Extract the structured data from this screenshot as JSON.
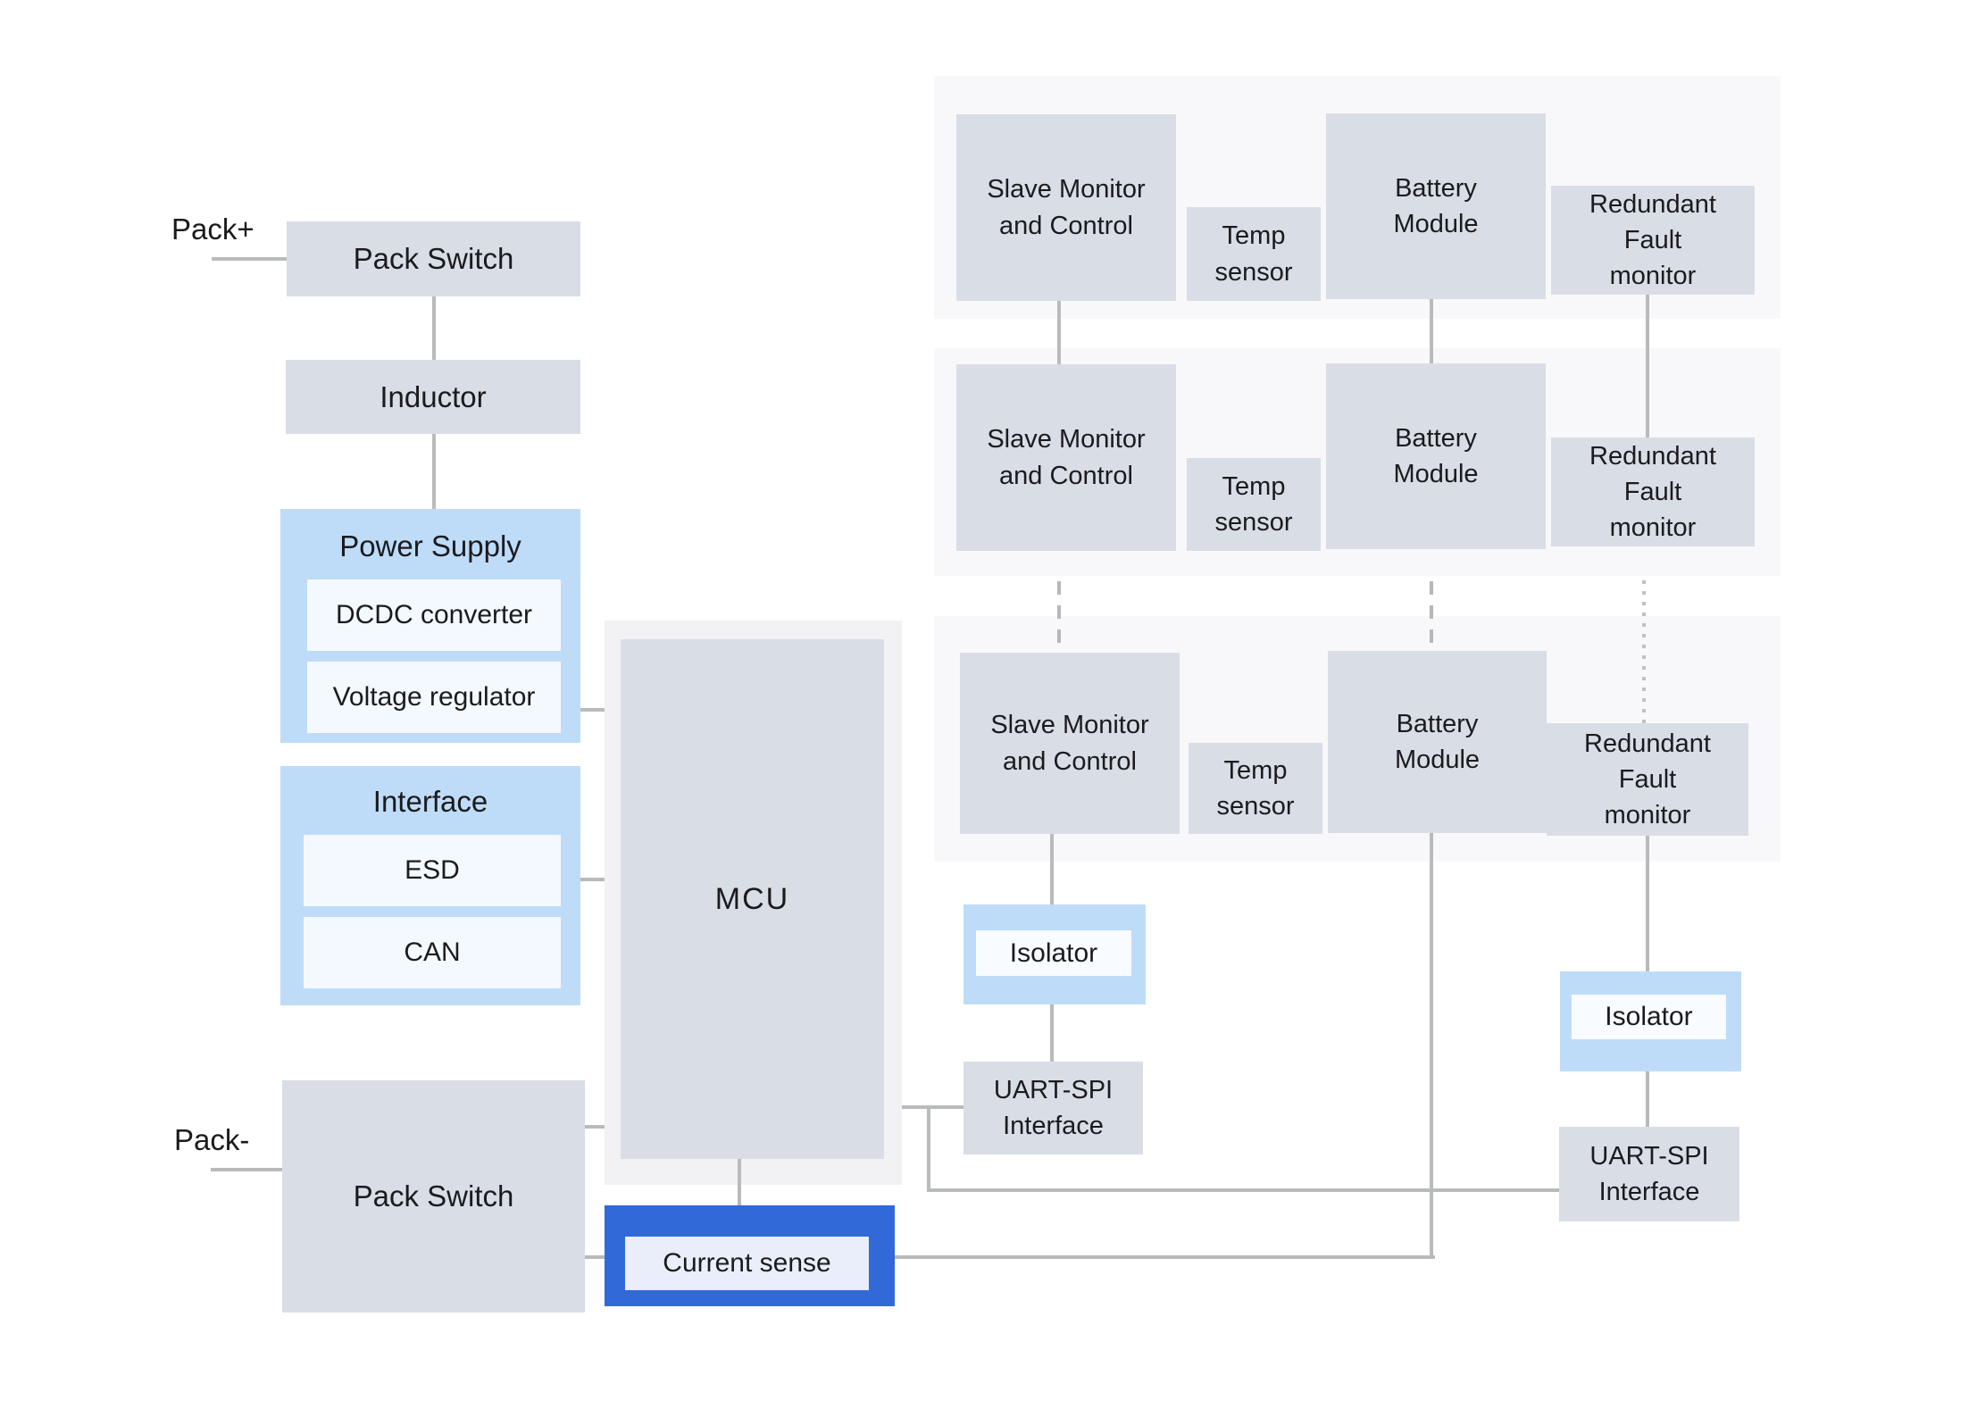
{
  "colors": {
    "node_fill": "#d9dde6",
    "row_group_fill": "#f8f8fa",
    "mcu_group_fill": "#f2f2f4",
    "blue_group_fill": "#bedcf8",
    "blue_inner_fill": "#f4f9ff",
    "current_sense_border": "#3269d8",
    "current_sense_fill": "#eaeefa",
    "connector": "#b9babc"
  },
  "left": {
    "pack_plus": "Pack+",
    "pack_minus": "Pack-",
    "pack_switch_top": "Pack Switch",
    "inductor": "Inductor",
    "power_supply": {
      "title": "Power Supply",
      "dcdc_converter": "DCDC converter",
      "voltage_regulator": "Voltage regulator"
    },
    "interface": {
      "title": "Interface",
      "esd": "ESD",
      "can": "CAN"
    },
    "pack_switch_bottom": "Pack Switch"
  },
  "center": {
    "mcu": "MCU",
    "current_sense": "Current sense"
  },
  "right": {
    "rows": [
      {
        "slave_monitor": "Slave Monitor\nand Control",
        "temp_sensor": "Temp\nsensor",
        "battery_module": "Battery\nModule",
        "redundant_fault_monitor": "Redundant\nFault\nmonitor"
      },
      {
        "slave_monitor": "Slave Monitor\nand Control",
        "temp_sensor": "Temp\nsensor",
        "battery_module": "Battery\nModule",
        "redundant_fault_monitor": "Redundant\nFault\nmonitor"
      },
      {
        "slave_monitor": "Slave Monitor\nand Control",
        "temp_sensor": "Temp\nsensor",
        "battery_module": "Battery\nModule",
        "redundant_fault_monitor": "Redundant\nFault\nmonitor"
      }
    ],
    "isolator_left": "Isolator",
    "uart_spi_left": "UART-SPI\nInterface",
    "isolator_right": "Isolator",
    "uart_spi_right": "UART-SPI\nInterface"
  }
}
